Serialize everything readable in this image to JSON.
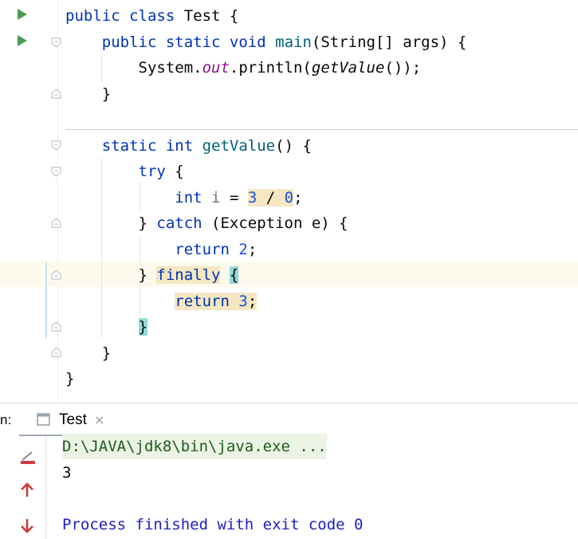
{
  "editor": {
    "lines": [
      [
        {
          "t": "public ",
          "c": "kw"
        },
        {
          "t": "class ",
          "c": "kw"
        },
        {
          "t": "Test {",
          "c": ""
        }
      ],
      [
        {
          "t": "    ",
          "c": ""
        },
        {
          "t": "public ",
          "c": "kw"
        },
        {
          "t": "static ",
          "c": "kw"
        },
        {
          "t": "void ",
          "c": "kw"
        },
        {
          "t": "main",
          "c": "fn"
        },
        {
          "t": "(String[] args) {",
          "c": ""
        }
      ],
      [
        {
          "t": "        System.",
          "c": ""
        },
        {
          "t": "out",
          "c": "field"
        },
        {
          "t": ".println(",
          "c": ""
        },
        {
          "t": "getValue",
          "c": "itl"
        },
        {
          "t": "());",
          "c": ""
        }
      ],
      [
        {
          "t": "    }",
          "c": ""
        }
      ],
      [],
      [
        {
          "t": "    ",
          "c": ""
        },
        {
          "t": "static ",
          "c": "kw"
        },
        {
          "t": "int ",
          "c": "kw"
        },
        {
          "t": "getValue",
          "c": "fn"
        },
        {
          "t": "() {",
          "c": ""
        }
      ],
      [
        {
          "t": "        ",
          "c": ""
        },
        {
          "t": "try ",
          "c": "kw"
        },
        {
          "t": "{",
          "c": ""
        }
      ],
      [
        {
          "t": "            ",
          "c": ""
        },
        {
          "t": "int ",
          "c": "kw"
        },
        {
          "t": "i",
          "c": "unused"
        },
        {
          "t": " = ",
          "c": ""
        },
        {
          "t": "3",
          "c": "num hl-bg"
        },
        {
          "t": " / ",
          "c": "hl-bg"
        },
        {
          "t": "0",
          "c": "num hl-bg"
        },
        {
          "t": ";",
          "c": ""
        }
      ],
      [
        {
          "t": "        } ",
          "c": ""
        },
        {
          "t": "catch ",
          "c": "kw"
        },
        {
          "t": "(Exception e) {",
          "c": ""
        }
      ],
      [
        {
          "t": "            ",
          "c": ""
        },
        {
          "t": "return ",
          "c": "kw"
        },
        {
          "t": "2",
          "c": "num"
        },
        {
          "t": ";",
          "c": ""
        }
      ],
      [
        {
          "t": "        } ",
          "c": ""
        },
        {
          "t": "finally",
          "c": "kw hl-bg"
        },
        {
          "t": " ",
          "c": ""
        },
        {
          "t": "{",
          "c": "brace-match"
        }
      ],
      [
        {
          "t": "            ",
          "c": ""
        },
        {
          "t": "return ",
          "c": "kw hl-bg"
        },
        {
          "t": "3",
          "c": "num hl-bg"
        },
        {
          "t": ";",
          "c": "hl-bg"
        }
      ],
      [
        {
          "t": "        ",
          "c": ""
        },
        {
          "t": "}",
          "c": "brace-match"
        }
      ],
      [
        {
          "t": "    }",
          "c": ""
        }
      ],
      [
        {
          "t": "}",
          "c": ""
        }
      ]
    ]
  },
  "run_tab": {
    "prefix": "n:",
    "label": "Test",
    "close": "×"
  },
  "console": {
    "command": "D:\\JAVA\\jdk8\\bin\\java.exe ...",
    "output": "3",
    "status": "Process finished with exit code 0"
  },
  "colors": {
    "keyword": "#0033b3",
    "method": "#00627a",
    "number": "#1750eb",
    "field": "#871094",
    "run_icon": "#499c54",
    "trash": "#c73f3f",
    "arrows": "#d0352f"
  }
}
